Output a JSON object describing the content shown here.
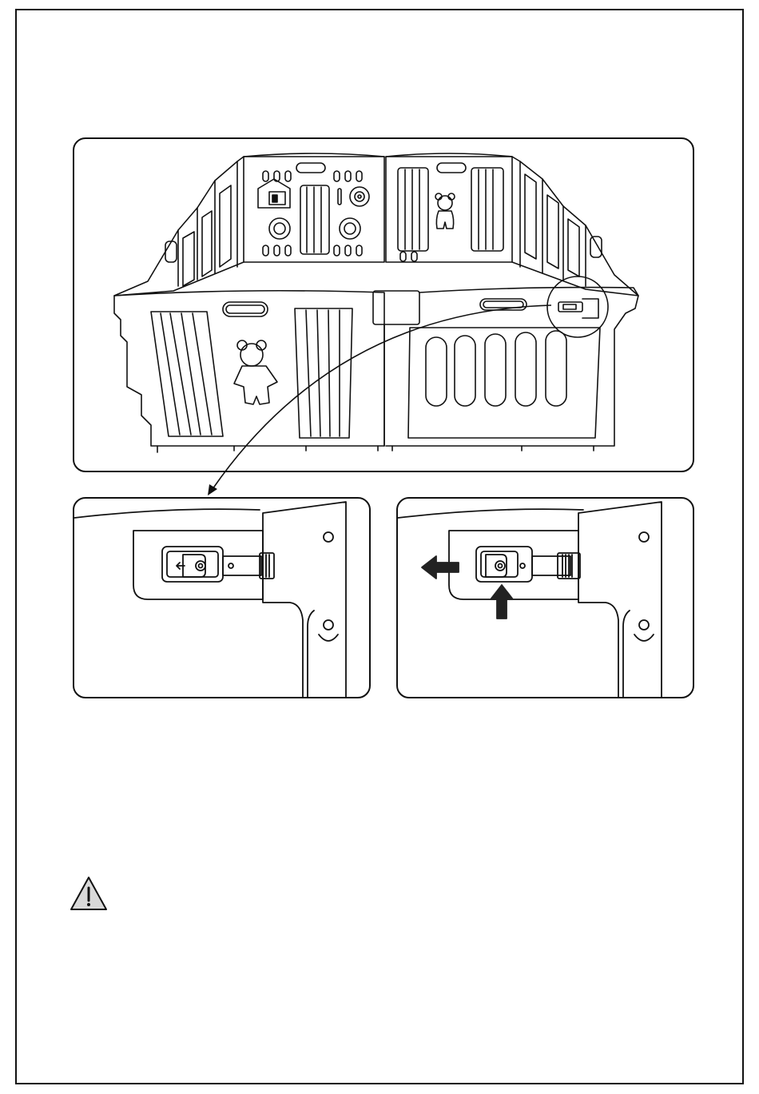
{
  "document": {
    "type": "assembly-instruction-page",
    "illustrations": [
      {
        "id": "playpen-overview",
        "depicts": "assembled-playpen-with-bear-and-activity-panels"
      },
      {
        "id": "latch-locked",
        "depicts": "latch-closed-position"
      },
      {
        "id": "latch-release",
        "depicts": "latch-press-and-slide-to-release"
      }
    ],
    "icons": [
      "warning-icon",
      "arrow-left-icon",
      "arrow-up-icon",
      "bear-icon",
      "house-icon"
    ],
    "colors": {
      "line": "#111111",
      "arrow_fill": "#222222",
      "warning_fill": "#d9d9d9"
    }
  }
}
